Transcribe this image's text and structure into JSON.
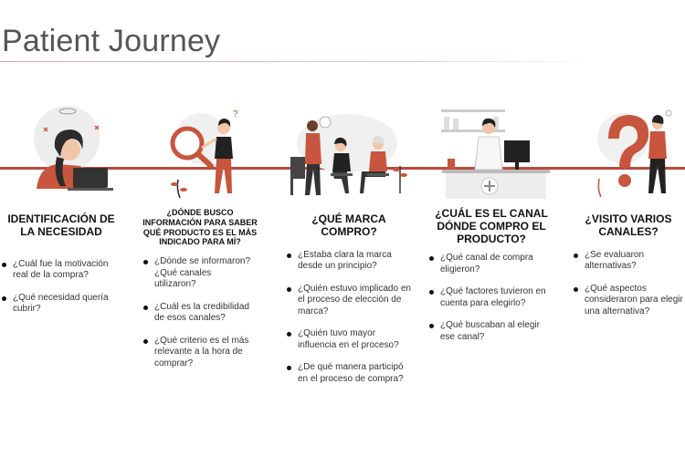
{
  "title": "Patient Journey",
  "accent_color": "#b94b3d",
  "stages": [
    {
      "heading": "IDENTIFICACIÓN  DE LA NECESIDAD",
      "illustration": "woman-with-laptop-headache",
      "questions": [
        "¿Cuál fue la motivación real de la compra?",
        "¿Qué necesidad quería cubrir?"
      ]
    },
    {
      "heading": "¿DÓNDE  BUSCO INFORMACIÓN PARA SABER QUÉ PRODUCTO ES EL  MÁS INDICADO  PARA MÍ?",
      "illustration": "woman-with-magnifying-glass",
      "questions": [
        "¿Dónde se informaron?¿Qué canales utilizaron?",
        "¿Cuál es la credibilidad de esos canales?",
        "¿Qué criterio es el más relevante a la hora de comprar?"
      ]
    },
    {
      "heading": "¿QUÉ MARCA COMPRO?",
      "illustration": "people-waiting-room",
      "questions": [
        "¿Estaba clara la marca desde un principio?",
        "¿Quién estuvo implicado en el proceso de elección de marca?",
        "¿Quién tuvo mayor influencia en el proceso?",
        "¿De qué manera participó en el proceso de compra?"
      ]
    },
    {
      "heading": "¿CUÁL ES EL CANAL DÓNDE COMPRO EL PRODUCTO?",
      "illustration": "pharmacist-at-counter",
      "questions": [
        "¿Qué canal de compra eligieron?",
        "¿Qué factores tuvieron en cuenta para elegirlo?",
        "¿Qué buscaban al elegir ese canal?"
      ]
    },
    {
      "heading": "¿VISITO VARIOS CANALES?",
      "illustration": "woman-with-question-mark",
      "questions": [
        "¿Se evaluaron alternativas?",
        "¿Qué aspectos consideraron para elegir una alternativa?"
      ]
    }
  ]
}
